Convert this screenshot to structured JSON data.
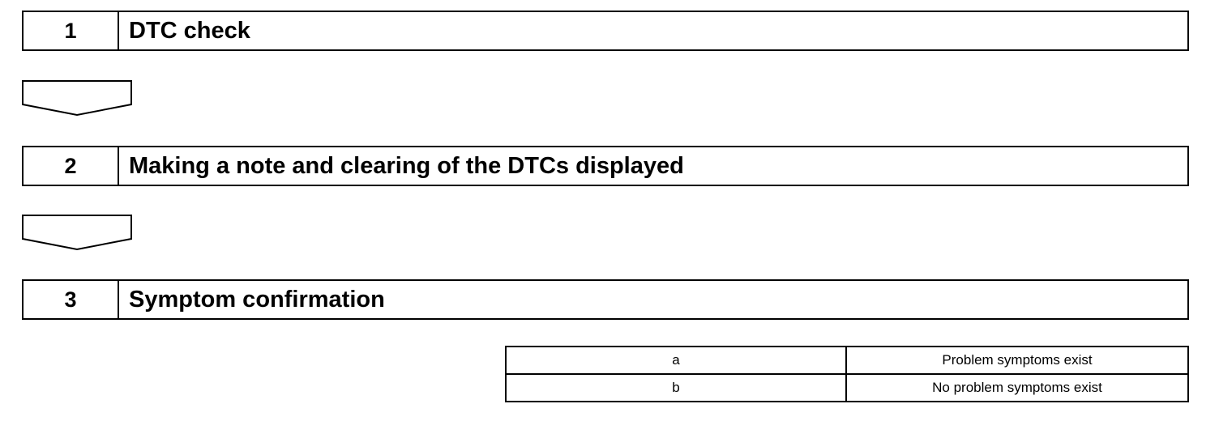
{
  "steps": [
    {
      "number": "1",
      "title": "DTC check"
    },
    {
      "number": "2",
      "title": "Making a note and clearing of the DTCs displayed"
    },
    {
      "number": "3",
      "title": "Symptom confirmation"
    }
  ],
  "result_table": {
    "rows": [
      {
        "code": "a",
        "description": "Problem symptoms exist"
      },
      {
        "code": "b",
        "description": "No problem symptoms exist"
      }
    ]
  },
  "icons": {
    "flow_arrow": "down-arrow-box-icon"
  }
}
